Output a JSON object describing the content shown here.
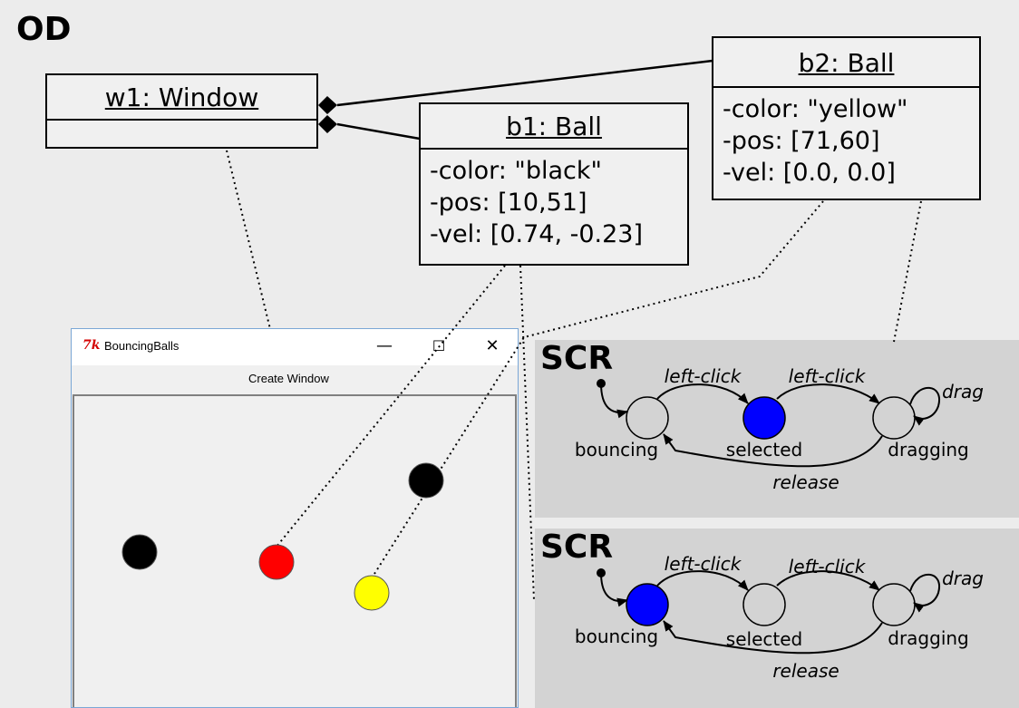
{
  "od_title": "OD",
  "objects": {
    "w1": {
      "name": "w1: Window"
    },
    "b1": {
      "name": "b1: Ball",
      "attrs": [
        "-color: \"black\"",
        "-pos: [10,51]",
        "-vel: [0.74, -0.23]"
      ]
    },
    "b2": {
      "name": "b2: Ball",
      "attrs": [
        "-color: \"yellow\"",
        "-pos: [71,60]",
        "-vel: [0.0, 0.0]"
      ]
    }
  },
  "window": {
    "icon": "7k",
    "title": "BouncingBalls",
    "minimize": "—",
    "maximize": "☐",
    "close": "✕",
    "menu_item": "Create Window"
  },
  "balls": [
    {
      "color": "#000000"
    },
    {
      "color": "#ff0000"
    },
    {
      "color": "#ffff00"
    },
    {
      "color": "#000000"
    }
  ],
  "scr_top": {
    "title": "SCR",
    "states": [
      "bouncing",
      "selected",
      "dragging"
    ],
    "active_state": "selected",
    "transitions": [
      "left-click",
      "left-click",
      "drag",
      "release"
    ]
  },
  "scr_bottom": {
    "title": "SCR",
    "states": [
      "bouncing",
      "selected",
      "dragging"
    ],
    "active_state": "bouncing",
    "transitions": [
      "left-click",
      "left-click",
      "drag",
      "release"
    ]
  },
  "colors": {
    "active_state": "#0000ff",
    "inactive_state": "#d3d3d3",
    "panel": "#d3d3d3"
  }
}
